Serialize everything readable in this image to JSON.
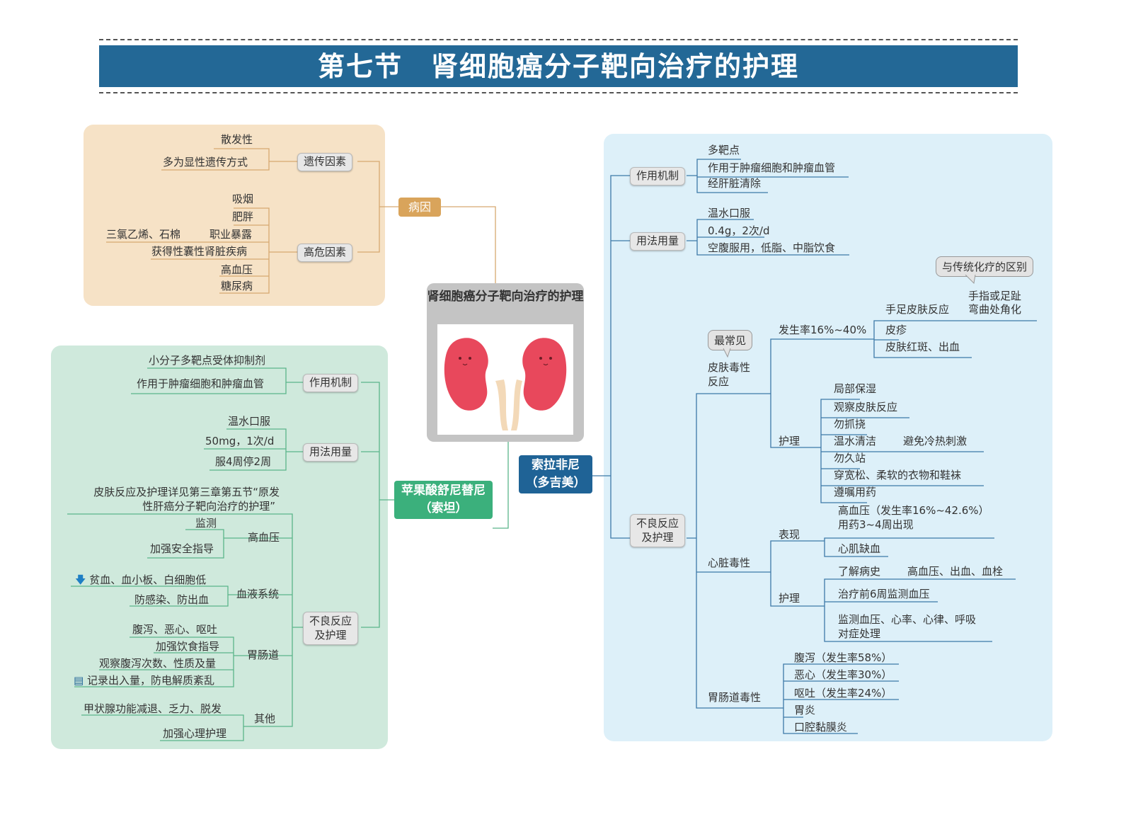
{
  "title": "第七节　肾细胞癌分子靶向治疗的护理",
  "central": {
    "label": "肾细胞癌分子靶向治疗的护理"
  },
  "colors": {
    "title_bar": "#236896",
    "cause": "#d9a45b",
    "sunitinib": "#3bb07c",
    "sorafenib": "#1f6396",
    "panel_cause": "#f6e2c6",
    "panel_sunitinib": "#cfe9dc",
    "panel_sorafenib": "#ddf0f9"
  },
  "cause": {
    "label": "病因",
    "genetic": {
      "label": "遗传因素",
      "items": [
        "散发性",
        "多为显性遗传方式"
      ]
    },
    "risk": {
      "label": "高危因素",
      "items": [
        "吸烟",
        "肥胖",
        "职业暴露",
        "三氯乙烯、石棉",
        "获得性囊性肾脏疾病",
        "高血压",
        "糖尿病"
      ]
    }
  },
  "sunitinib": {
    "label_line1": "苹果酸舒尼替尼",
    "label_line2": "（索坦）",
    "mechanism": {
      "label": "作用机制",
      "items": [
        "小分子多靶点受体抑制剂",
        "作用于肿瘤细胞和肿瘤血管"
      ]
    },
    "dosage": {
      "label": "用法用量",
      "items": [
        "温水口服",
        "50mg，1次/d",
        "服4周停2周"
      ]
    },
    "adverse": {
      "label_line1": "不良反应",
      "label_line2": "及护理",
      "skin_note_line1": "皮肤反应及护理详见第三章第五节“原发",
      "skin_note_line2": "性肝癌分子靶向治疗的护理”",
      "hypertension": {
        "label": "高血压",
        "items": [
          "监测",
          "加强安全指导"
        ]
      },
      "blood": {
        "label": "血液系统",
        "items": [
          "贫血、血小板、白细胞低",
          "防感染、防出血"
        ]
      },
      "gi": {
        "label": "胃肠道",
        "items": [
          "腹泻、恶心、呕吐",
          "加强饮食指导",
          "观察腹泻次数、性质及量",
          "记录出入量，防电解质紊乱"
        ]
      },
      "other": {
        "label": "其他",
        "items": [
          "甲状腺功能减退、乏力、脱发",
          "加强心理护理"
        ]
      }
    }
  },
  "sorafenib": {
    "label_line1": "索拉非尼",
    "label_line2": "（多吉美）",
    "mechanism": {
      "label": "作用机制",
      "items": [
        "多靶点",
        "作用于肿瘤细胞和肿瘤血管",
        "经肝脏清除"
      ]
    },
    "dosage": {
      "label": "用法用量",
      "items": [
        "温水口服",
        "0.4g，2次/d",
        "空腹服用，低脂、中脂饮食"
      ]
    },
    "adverse": {
      "label_line1": "不良反应",
      "label_line2": "及护理",
      "skin": {
        "label_line1": "皮肤毒性",
        "label_line2": "反应",
        "callout": "最常见",
        "incidence": "发生率16%~40%",
        "diff_callout": "与传统化疗的区别",
        "hand_foot": "手足皮肤反应",
        "hand_foot_note_line1": "手指或足趾",
        "hand_foot_note_line2": "弯曲处角化",
        "rash": "皮疹",
        "erythema": "皮肤红斑、出血",
        "care_label": "护理",
        "care_items": [
          "局部保湿",
          "观察皮肤反应",
          "勿抓挠",
          "温水清洁",
          "勿久站",
          "穿宽松、柔软的衣物和鞋袜",
          "遵嘱用药"
        ],
        "care_warm_note": "避免冷热刺激"
      },
      "cardiac": {
        "label": "心脏毒性",
        "manifest_label": "表现",
        "manifest_items": [
          "高血压（发生率16%~42.6%）",
          "用药3~4周出现",
          "心肌缺血"
        ],
        "care_label": "护理",
        "care_items": [
          "了解病史",
          "治疗前6周监测血压",
          "监测血压、心率、心律、呼吸",
          "对症处理"
        ],
        "history_note": "高血压、出血、血栓"
      },
      "gi": {
        "label": "胃肠道毒性",
        "items": [
          "腹泻（发生率58%）",
          "恶心（发生率30%）",
          "呕吐（发生率24%）",
          "胃炎",
          "口腔黏膜炎"
        ]
      }
    }
  }
}
